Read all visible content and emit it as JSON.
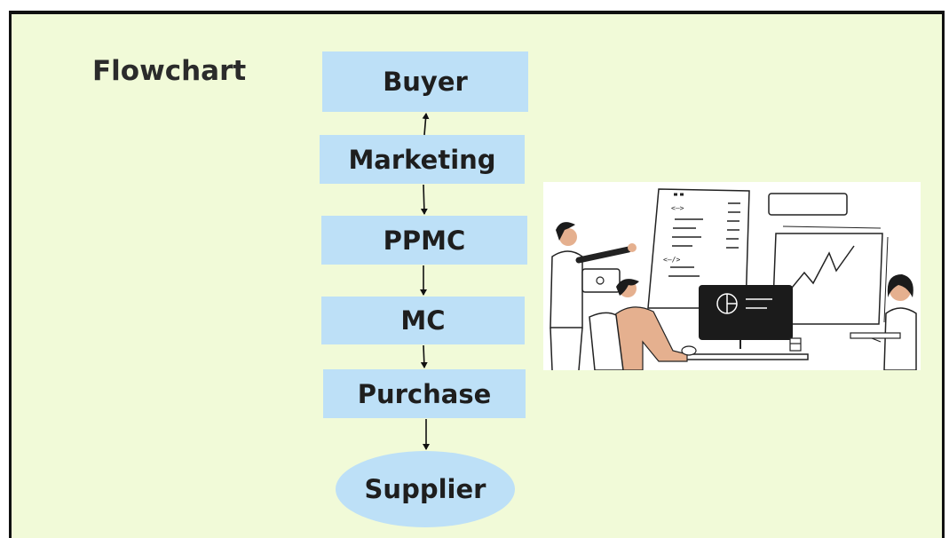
{
  "title": "Flowchart",
  "nodes": [
    {
      "label": "Buyer"
    },
    {
      "label": "Marketing"
    },
    {
      "label": "PPMC"
    },
    {
      "label": "MC"
    },
    {
      "label": "Purchase"
    },
    {
      "label": "Supplier"
    }
  ],
  "edges": [
    {
      "from": "Marketing",
      "to": "Buyer"
    },
    {
      "from": "Marketing",
      "to": "PPMC"
    },
    {
      "from": "PPMC",
      "to": "MC"
    },
    {
      "from": "MC",
      "to": "Purchase"
    },
    {
      "from": "Purchase",
      "to": "Supplier"
    }
  ],
  "illustration": {
    "code_tag_1": "<—>",
    "code_tag_2": "<—/>"
  },
  "colors": {
    "background": "#f1fad8",
    "node_fill": "#bde0f7",
    "text": "#1e1e1e",
    "frame": "#111111"
  }
}
